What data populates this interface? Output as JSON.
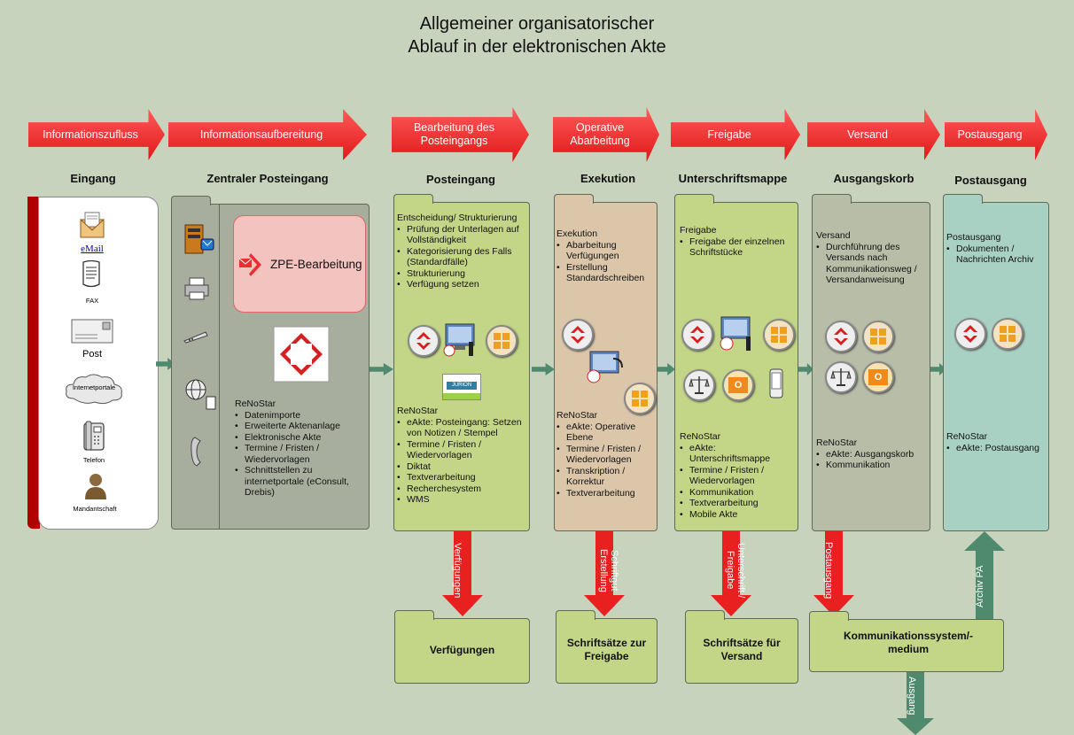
{
  "title_line1": "Allgemeiner organisatorischer",
  "title_line2": "Ablauf in der elektronischen Akte",
  "arrows": {
    "a1": "Informationszufluss",
    "a2": "Informationsaufbereitung",
    "a3": "Bearbeitung des Posteingangs",
    "a4": "Operative Abarbeitung",
    "a5": "Freigabe",
    "a6": "Versand",
    "a7": "Postausgang"
  },
  "heads": {
    "h1": "Eingang",
    "h2": "Zentraler Posteingang",
    "h3": "Posteingang",
    "h4": "Exekution",
    "h5": "Unterschriftsmappe",
    "h6": "Ausgangskorb",
    "h7": "Postausgang"
  },
  "eingang": {
    "email": "eMail",
    "fax": "FAX",
    "post": "Post",
    "portal": "Internetportale",
    "telefon": "Telefon",
    "mandant": "Mandantschaft"
  },
  "zpe": {
    "box": "ZPE-Bearbeitung",
    "heading": "ReNoStar",
    "items": [
      "Datenimporte",
      "Erweiterte Aktenanlage",
      "Elektronische Akte",
      "Termine / Fristen / Wiedervorlagen",
      "Schnittstellen zu internetportale (eConsult, Drebis)"
    ]
  },
  "posteingang": {
    "heading": "Entscheidung/ Strukturierung",
    "items": [
      "Prüfung der Unterlagen auf Vollständigkeit",
      "Kategorisierung des Falls (Standardfälle)",
      "Strukturierung",
      "Verfügung setzen"
    ],
    "jurion": "JURION",
    "heading2": "ReNoStar",
    "items2": [
      "eAkte: Posteingang: Setzen von Notizen / Stempel",
      "Termine / Fristen / Wiedervorlagen",
      "Diktat",
      "Textverarbeitung",
      "Recherchesystem",
      "WMS"
    ]
  },
  "exekution": {
    "heading": "Exekution",
    "items": [
      "Abarbeitung Verfügungen",
      "Erstellung Standardschreiben"
    ],
    "heading2": "ReNoStar",
    "items2": [
      "eAkte: Operative Ebene",
      "Termine / Fristen / Wiedervorlagen",
      "Transkription / Korrektur",
      "Textverarbeitung"
    ]
  },
  "freigabe": {
    "heading": "Freigabe",
    "items": [
      "Freigabe der einzelnen Schriftstücke"
    ],
    "heading2": "ReNoStar",
    "items2": [
      "eAkte: Unterschriftsmappe",
      "Termine / Fristen / Wiedervorlagen",
      "Kommunikation",
      "Textverarbeitung",
      "Mobile Akte"
    ]
  },
  "versand": {
    "heading": "Versand",
    "items": [
      "Durchführung des Versands nach Kommunikationsweg / Versandanweisung"
    ],
    "heading2": "ReNoStar",
    "items2": [
      "eAkte: Ausgangskorb",
      "Kommunikation"
    ]
  },
  "postausgang": {
    "heading": "Postausgang",
    "items": [
      "Dokumenten / Nachrichten Archiv"
    ],
    "heading2": "ReNoStar",
    "items2": [
      "eAkte: Postausgang"
    ]
  },
  "down": {
    "d1": "Verfügungen",
    "d2": "Schriftgut Erstellung",
    "d3": "Unterschrift / Freigabe",
    "d4": "Postausgang",
    "up": "Archiv PA",
    "out": "Ausgang"
  },
  "bottom": {
    "b1": "Verfügungen",
    "b2": "Schriftsätze zur Freigabe",
    "b3": "Schriftsätze für Versand",
    "b4": "Kommunikationssystem/-medium"
  }
}
